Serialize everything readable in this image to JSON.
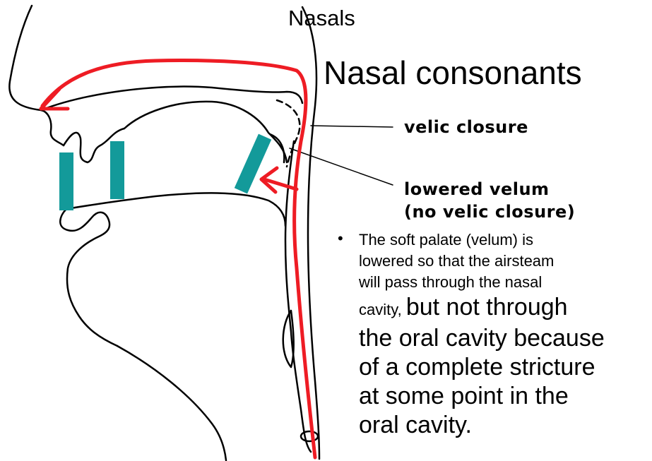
{
  "subtitle": "Nasals",
  "title": "Nasal consonants",
  "callouts": {
    "velic_closure": "velic closure",
    "lowered_velum_line1": "lowered velum",
    "lowered_velum_line2": "(no velic closure)"
  },
  "bullet": {
    "line1": "The soft palate (velum) is",
    "line2": "lowered so that the airsteam",
    "line3": "will pass through the nasal",
    "line4_small": "cavity, ",
    "line4_large": "but not through",
    "line5": "the oral cavity because",
    "line6": "of a complete stricture",
    "line7": "at some point in the",
    "line8": "oral cavity."
  },
  "colors": {
    "airflow": "#ee1c24",
    "closure_bars": "#139a9a",
    "outline": "#000000"
  },
  "icons": {
    "bullet": "•"
  }
}
